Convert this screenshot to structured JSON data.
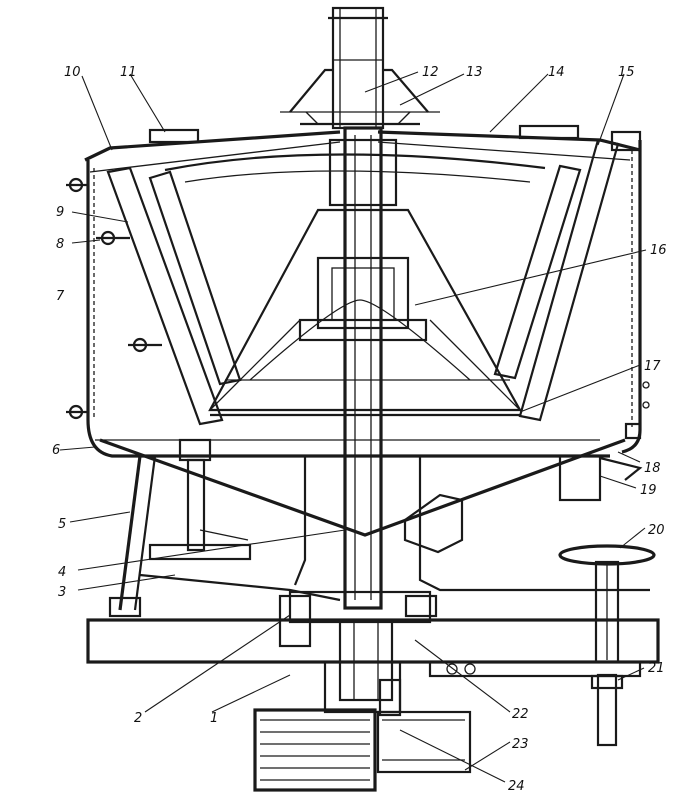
{
  "labels": [
    {
      "id": "1",
      "text": "1"
    },
    {
      "id": "2",
      "text": "2"
    },
    {
      "id": "3",
      "text": "3"
    },
    {
      "id": "4",
      "text": "4"
    },
    {
      "id": "5",
      "text": "5"
    },
    {
      "id": "6",
      "text": "6"
    },
    {
      "id": "7",
      "text": "7"
    },
    {
      "id": "8",
      "text": "8"
    },
    {
      "id": "9",
      "text": "9"
    },
    {
      "id": "10",
      "text": "10"
    },
    {
      "id": "11",
      "text": "11"
    },
    {
      "id": "12",
      "text": "12"
    },
    {
      "id": "13",
      "text": "13"
    },
    {
      "id": "14",
      "text": "14"
    },
    {
      "id": "15",
      "text": "15"
    },
    {
      "id": "16",
      "text": "16"
    },
    {
      "id": "17",
      "text": "17"
    },
    {
      "id": "18",
      "text": "18"
    },
    {
      "id": "19",
      "text": "19"
    },
    {
      "id": "20",
      "text": "20"
    },
    {
      "id": "21",
      "text": "21"
    },
    {
      "id": "22",
      "text": "22"
    },
    {
      "id": "23",
      "text": "23"
    },
    {
      "id": "24",
      "text": "24"
    }
  ],
  "colors": {
    "ink": "#1a1a1a",
    "paper": "#ffffff"
  }
}
